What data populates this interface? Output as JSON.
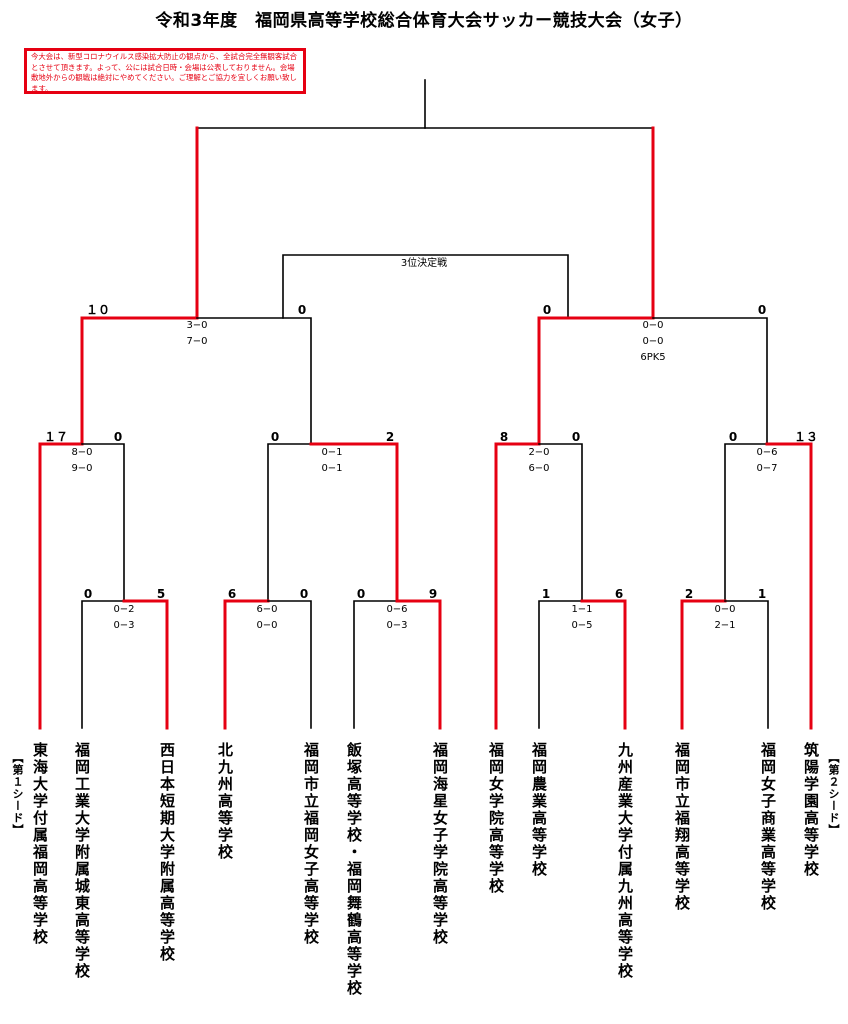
{
  "title": "令和3年度　福岡県高等学校総合体育大会サッカー競技大会（女子）",
  "notice": "今大会は、新型コロナウイルス感染拡大防止の観点から、全試合完全無観客試合とさせて頂きます。よって、公には試合日時・会場は公表しておりません。会場敷地外からの観戦は絶対にやめてください。ご理解とご協力を宜しくお願い致します。",
  "colors": {
    "win": "#e60012",
    "lose": "#000000",
    "notice": "#e60012"
  },
  "third_place_label": "3位決定戦",
  "teams": [
    "東海大学付属福岡高等学校",
    "福岡工業大学附属城東高等学校",
    "西日本短期大学附属高等学校",
    "北九州高等学校",
    "福岡市立福岡女子高等学校",
    "飯塚高等学校・福岡舞鶴高等学校",
    "福岡海星女子学院高等学校",
    "福岡女学院高等学校",
    "福岡農業高等学校",
    "九州産業大学付属九州高等学校",
    "福岡市立福翔高等学校",
    "福岡女子商業高等学校",
    "筑陽学園高等学校"
  ],
  "seeds": {
    "left": "【第１シード】",
    "right": "【第２シード】"
  },
  "matches": {
    "r1_a": {
      "left_score": "0",
      "right_score": "5",
      "halves": [
        "0−2",
        "0−3"
      ]
    },
    "r1_b": {
      "left_score": "6",
      "right_score": "0",
      "halves": [
        "6−0",
        "0−0"
      ]
    },
    "r1_c": {
      "left_score": "0",
      "right_score": "9",
      "halves": [
        "0−6",
        "0−3"
      ]
    },
    "r1_d": {
      "left_score": "1",
      "right_score": "6",
      "halves": [
        "1−1",
        "0−5"
      ]
    },
    "r1_e": {
      "left_score": "2",
      "right_score": "1",
      "halves": [
        "0−0",
        "2−1"
      ]
    },
    "r2_a": {
      "left_score": "１７",
      "right_score": "0",
      "halves": [
        "8−0",
        "9−0"
      ]
    },
    "r2_b": {
      "left_score": "0",
      "right_score": "2",
      "halves": [
        "0−1",
        "0−1"
      ]
    },
    "r2_c": {
      "left_score": "8",
      "right_score": "0",
      "halves": [
        "2−0",
        "6−0"
      ]
    },
    "r2_d": {
      "left_score": "0",
      "right_score": "１３",
      "halves": [
        "0−6",
        "0−7"
      ]
    },
    "semi_a": {
      "left_score": "１０",
      "right_score": "0",
      "halves": [
        "3−0",
        "7−0"
      ]
    },
    "semi_b": {
      "left_score": "0",
      "right_score": "0",
      "halves": [
        "0−0",
        "0−0"
      ],
      "pk": "6PK5"
    }
  }
}
